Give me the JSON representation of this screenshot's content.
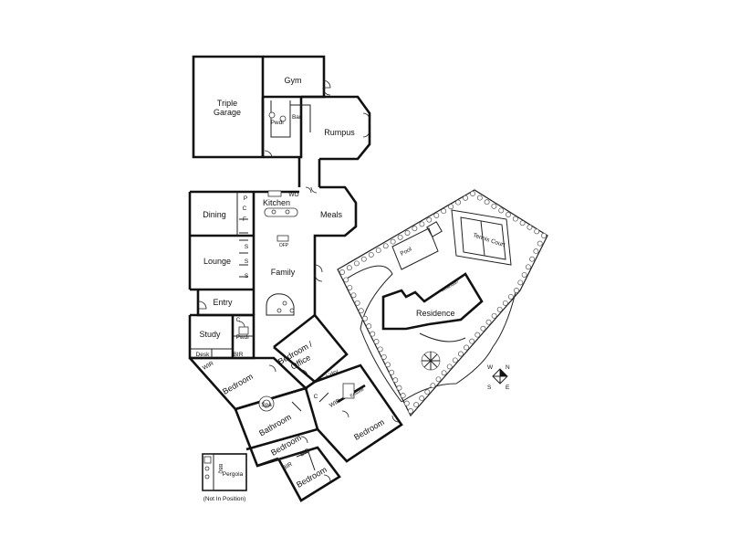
{
  "rooms": {
    "triple_garage": [
      "Triple",
      "Garage"
    ],
    "gym": "Gym",
    "pwdr_upper": "Pwdr",
    "bar": "Bar",
    "rumpus": "Rumpus",
    "dining": "Dining",
    "kitchen": "Kitchen",
    "meals": "Meals",
    "lounge": "Lounge",
    "family": "Family",
    "entry": "Entry",
    "study": "Study",
    "pwdr_lower": "Pwdr",
    "desk": "Desk",
    "bir_study": "BIR",
    "wir_left": "WIR",
    "bedroom_left": "Bedroom",
    "spa": "Spa",
    "bathroom": "Bathroom",
    "bedroom_office": [
      "Bedroom /",
      "Office"
    ],
    "ldry": "L'dry",
    "wir_right": "WIR",
    "ensuite": "Ensuite",
    "bedroom_center": "Bedroom",
    "bir_a": "BIR",
    "bir_b": "BIR",
    "bedroom_bottom": "Bedroom",
    "bedroom_right": "Bedroom"
  },
  "fixtures": {
    "p": "P",
    "wo": "WO",
    "c_kitchen": "C",
    "f_kitchen": "F",
    "c_study": "C",
    "c_ldry": "C",
    "ofp": "OFP",
    "s1": "S",
    "s2": "S",
    "s3": "S"
  },
  "pergola": {
    "label": "Pergola",
    "bbq": "BBQ",
    "note": "(Not In Position)"
  },
  "site": {
    "pool": "Pool",
    "tennis_court": "Tennis Court",
    "verandah": "Verandah",
    "residence": "Residence"
  },
  "compass": {
    "n": "N",
    "s": "S",
    "e": "E",
    "w": "W"
  }
}
